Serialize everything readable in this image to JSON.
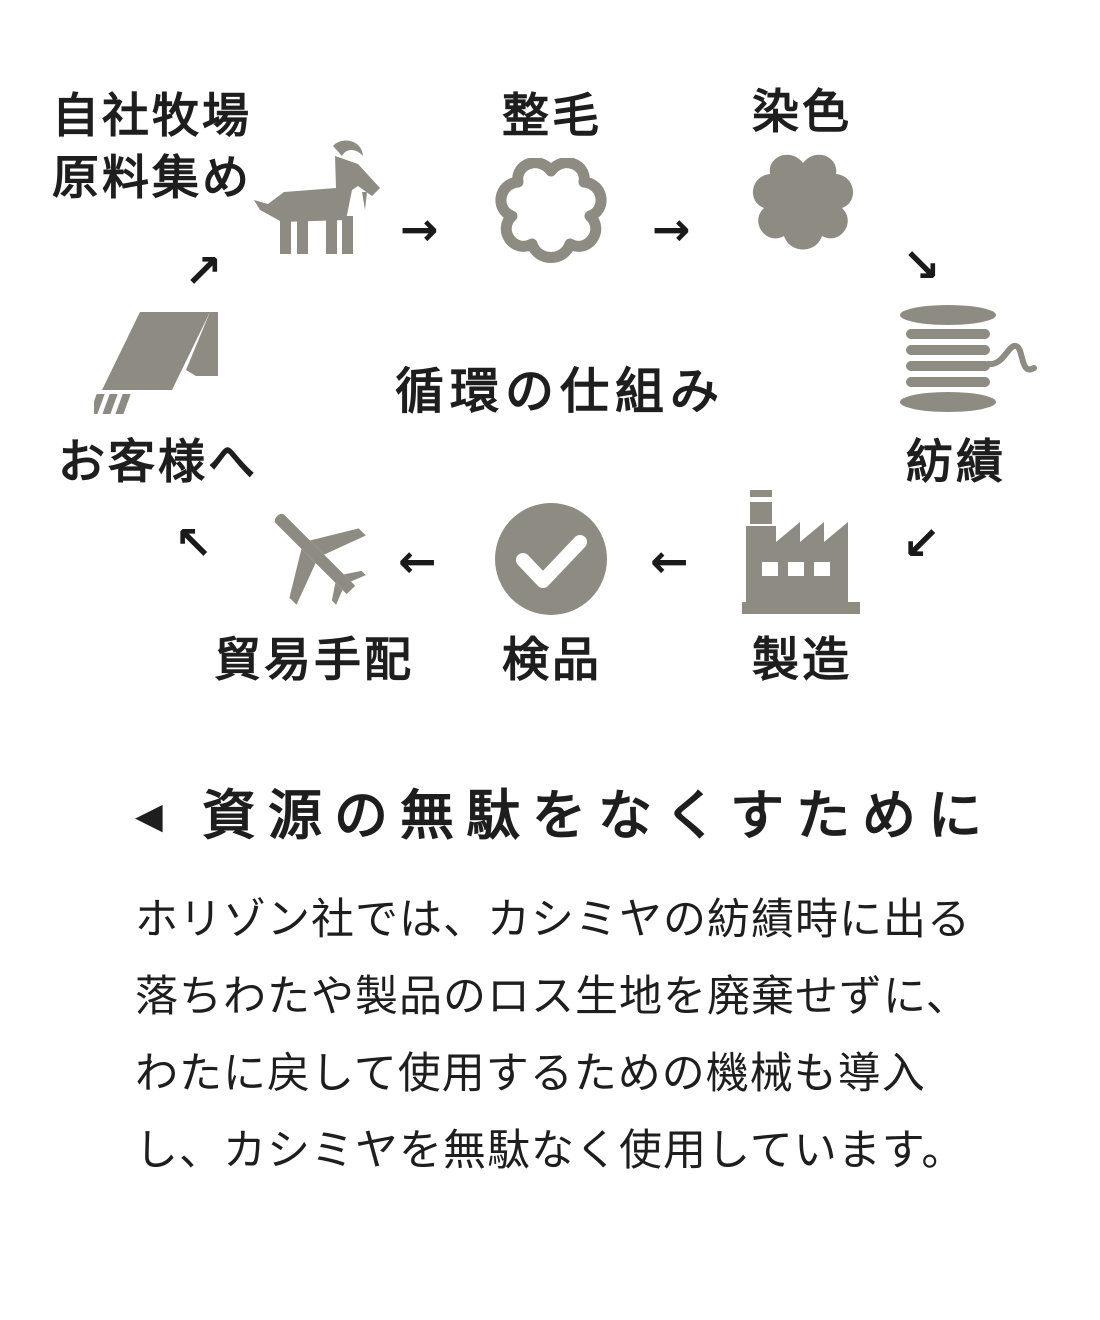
{
  "colors": {
    "icon": "#8d8b82",
    "text": "#1e1e1e",
    "background": "#ffffff"
  },
  "diagram": {
    "center_title": "循環の仕組み",
    "steps": [
      {
        "label": "自社牧場",
        "label2": "原料集め",
        "icon": "goat-icon"
      },
      {
        "label": "整毛",
        "icon": "cloud-outline-icon"
      },
      {
        "label": "染色",
        "icon": "cloud-filled-icon"
      },
      {
        "label": "紡績",
        "icon": "yarn-spool-icon"
      },
      {
        "label": "製造",
        "icon": "factory-icon"
      },
      {
        "label": "検品",
        "icon": "check-circle-icon"
      },
      {
        "label": "貿易手配",
        "icon": "airplane-icon"
      },
      {
        "label": "お客様へ",
        "icon": "scarf-icon"
      }
    ],
    "arrows": [
      "→",
      "→",
      "↘",
      "↙",
      "←",
      "←",
      "↖",
      "↗"
    ]
  },
  "section": {
    "marker": "◀",
    "title": "資源の無駄をなくすために",
    "body": "ホリゾン社では、カシミヤの紡績時に出る落ちわたや製品のロス生地を廃棄せずに、わたに戻して使用するための機械も導入し、カシミヤを無駄なく使用しています。"
  }
}
